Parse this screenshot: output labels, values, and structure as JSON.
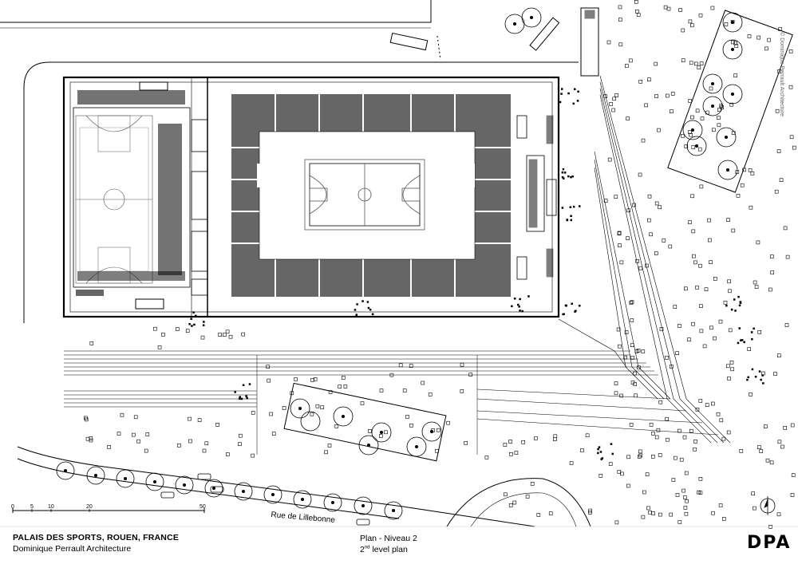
{
  "project": {
    "title": "PALAIS DES SPORTS, ROUEN, FRANCE",
    "architect": "Dominique Perrault Architecture"
  },
  "plan": {
    "level_fr": "Plan - Niveau 2",
    "level_en_prefix": "2",
    "level_en_sup": "nd",
    "level_en_suffix": " level plan"
  },
  "logo": "DPA",
  "copyright": "© Dominique Perrault Architecture",
  "street": "Rue de Lillebonne",
  "scale_bar": {
    "labels": [
      "0",
      "5",
      "10",
      "20",
      "50"
    ]
  },
  "colors": {
    "ink": "#000000",
    "court_line": "#555555",
    "paper": "#ffffff"
  }
}
